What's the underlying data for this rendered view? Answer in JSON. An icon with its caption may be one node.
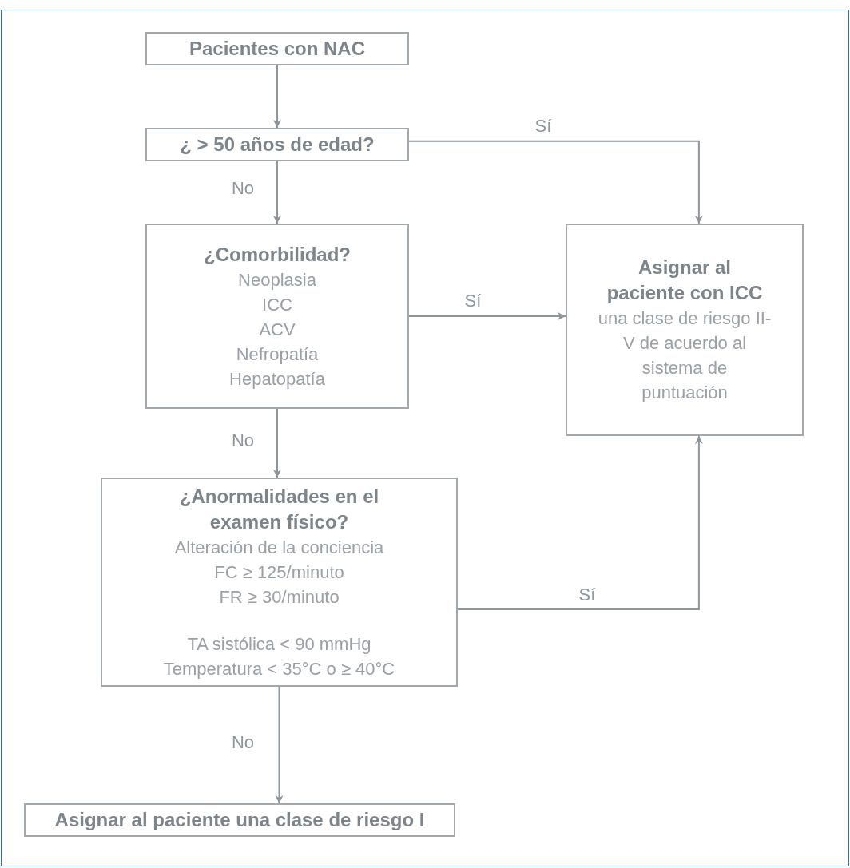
{
  "diagram": {
    "nodes": [
      {
        "text": [
          "Pacientes con NAC"
        ]
      },
      {
        "text": [
          "¿ > 50 años de edad?"
        ]
      },
      {
        "text": [
          "¿Comorbilidad?",
          "Neoplasia",
          "ICC",
          "ACV",
          "Nefropatía",
          "Hepatopatía"
        ]
      },
      {
        "text": [
          "Asignar al paciente con ICC",
          "una clase de riesgo II-V de acuerdo al sistema de puntuación"
        ]
      },
      {
        "text": [
          "¿Anormalidades en el examen físico?",
          "Alteración de la conciencia",
          "FC ≥ 125/minuto",
          "FR ≥ 30/minuto",
          "TA sistólica < 90 mmHg",
          "Temperatura < 35°C o ≥ 40°C"
        ]
      },
      {
        "text": [
          "Asignar al paciente una clase de riesgo I"
        ]
      }
    ],
    "edges": [
      {
        "from": 0,
        "to": 1,
        "arrow": "to"
      },
      {
        "from": 1,
        "to": 2,
        "arrow": "to",
        "label": "No"
      },
      {
        "from": 1,
        "to": 3,
        "arrow": "to",
        "label": "Sí"
      },
      {
        "from": 2,
        "to": 3,
        "arrow": "to",
        "label": "Sí"
      },
      {
        "from": 2,
        "to": 4,
        "arrow": "to",
        "label": "No"
      },
      {
        "from": 4,
        "to": 3,
        "arrow": "to",
        "label": "Sí"
      },
      {
        "from": 4,
        "to": 5,
        "arrow": "to",
        "label": "No"
      }
    ]
  }
}
